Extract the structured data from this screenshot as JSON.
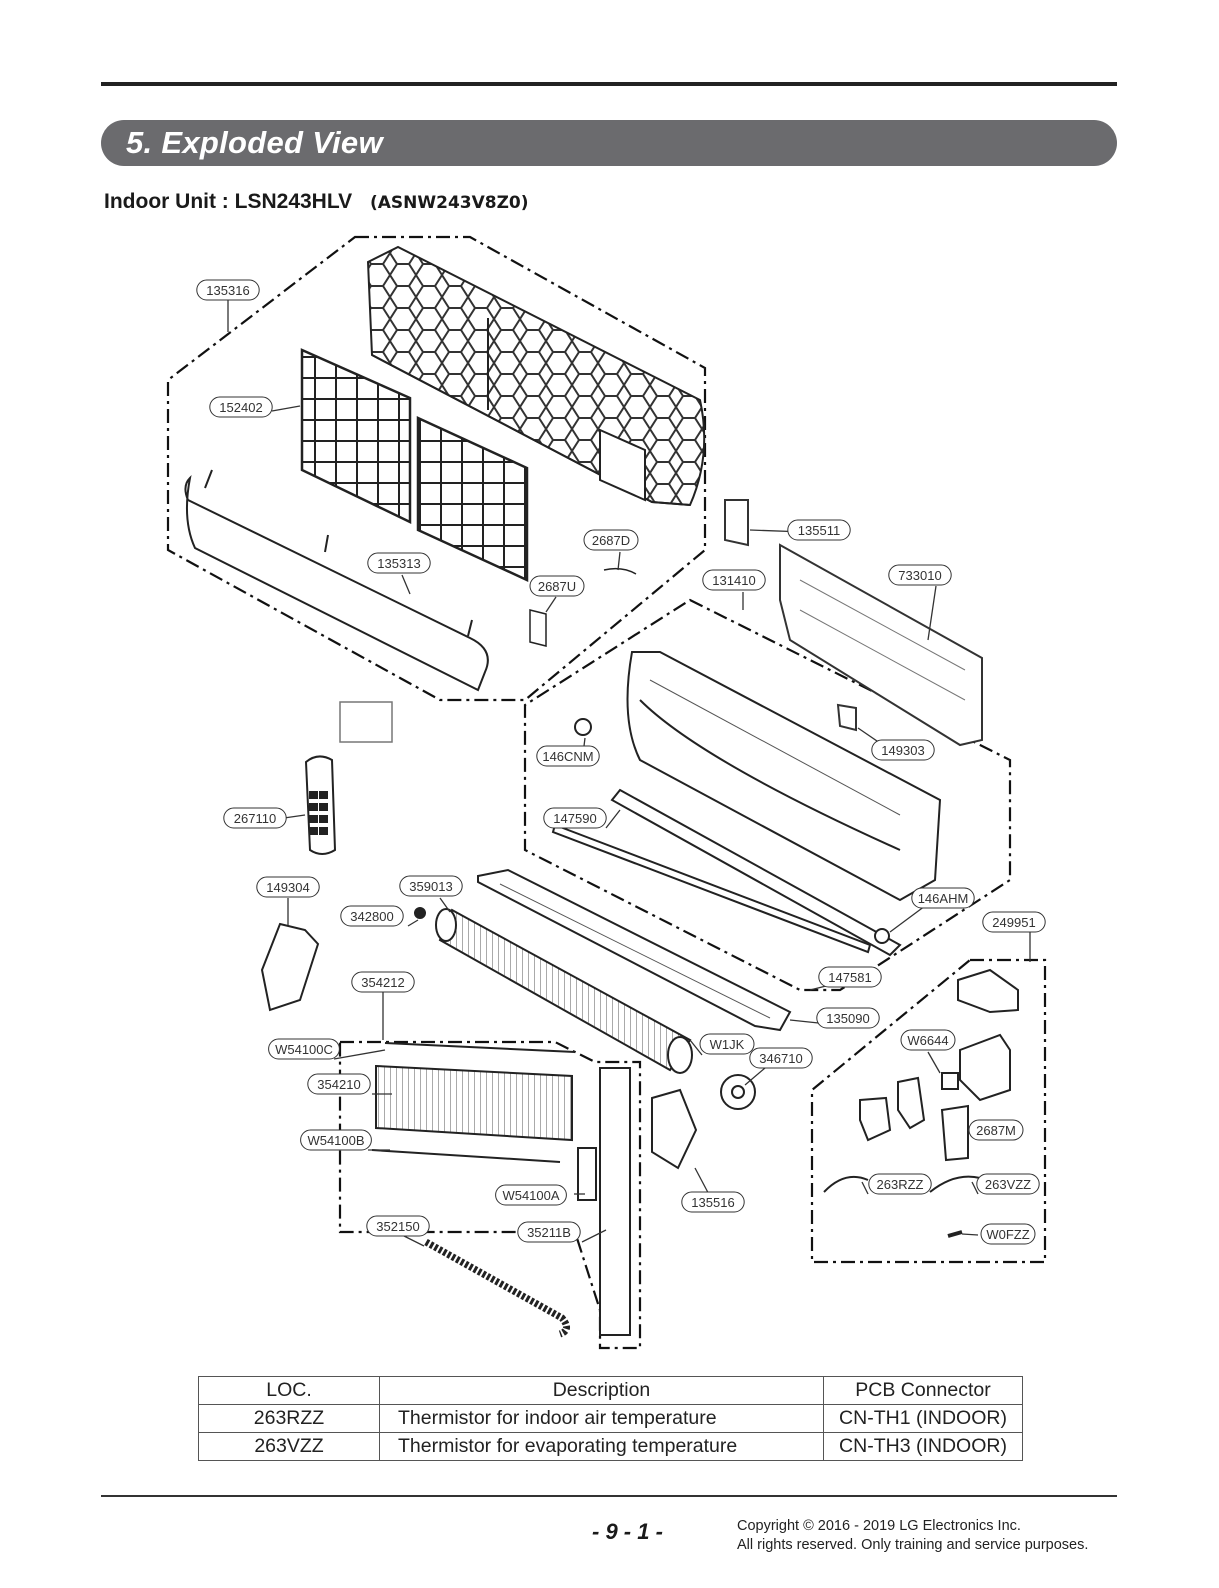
{
  "header": {
    "section_title": "5. Exploded View",
    "model_line": "Indoor Unit : LSN243HLV",
    "model_alt": "(ASNW243V8Z0)"
  },
  "diagram": {
    "callouts": [
      "135316",
      "152402",
      "135313",
      "2687D",
      "2687U",
      "135511",
      "131410",
      "733010",
      "146CNM",
      "149303",
      "267110",
      "147590",
      "146AHM",
      "249951",
      "149304",
      "359013",
      "342800",
      "147581",
      "354212",
      "135090",
      "W54100C",
      "W1JK",
      "346710",
      "W6644",
      "354210",
      "2687M",
      "W54100B",
      "263RZZ",
      "263VZZ",
      "W54100A",
      "135516",
      "W0FZZ",
      "352150",
      "35211B"
    ]
  },
  "table": {
    "headers": [
      "LOC.",
      "Description",
      "PCB Connector"
    ],
    "rows": [
      [
        "263RZZ",
        "Thermistor for indoor air temperature",
        "CN-TH1 (INDOOR)"
      ],
      [
        "263VZZ",
        "Thermistor for evaporating temperature",
        "CN-TH3 (INDOOR)"
      ]
    ]
  },
  "footer": {
    "page_number": "- 9 - 1 -",
    "copyright_line1": "Copyright © 2016 - 2019 LG Electronics Inc.",
    "copyright_line2": "All rights reserved. Only training and service purposes."
  }
}
